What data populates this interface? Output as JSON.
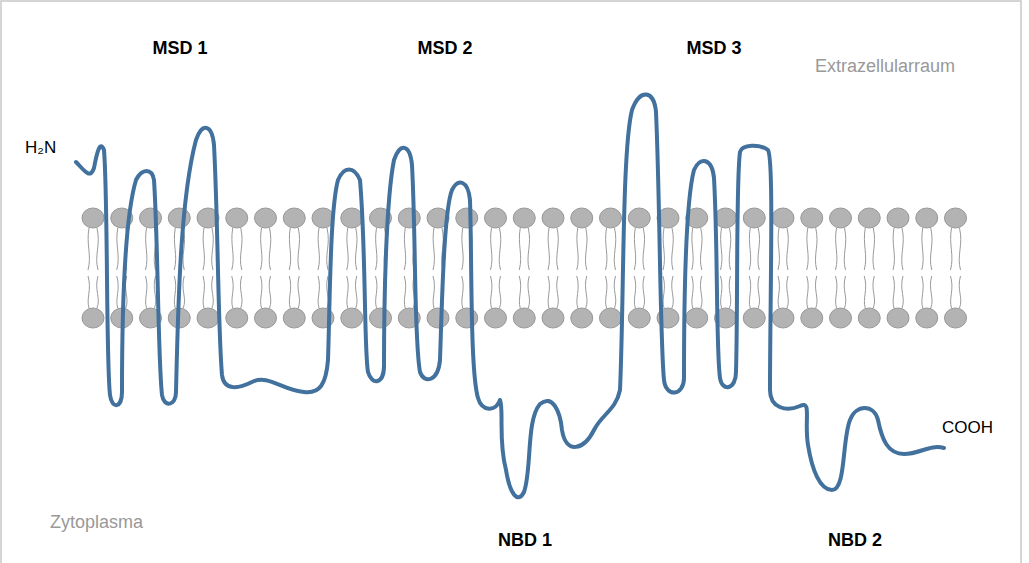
{
  "diagram": {
    "labels": [
      "MSD 1",
      "MSD 2",
      "MSD 3",
      "Extrazellularraum",
      "H₂N",
      "COOH",
      "Zytoplasma",
      "NBD 1",
      "NBD 2"
    ]
  }
}
